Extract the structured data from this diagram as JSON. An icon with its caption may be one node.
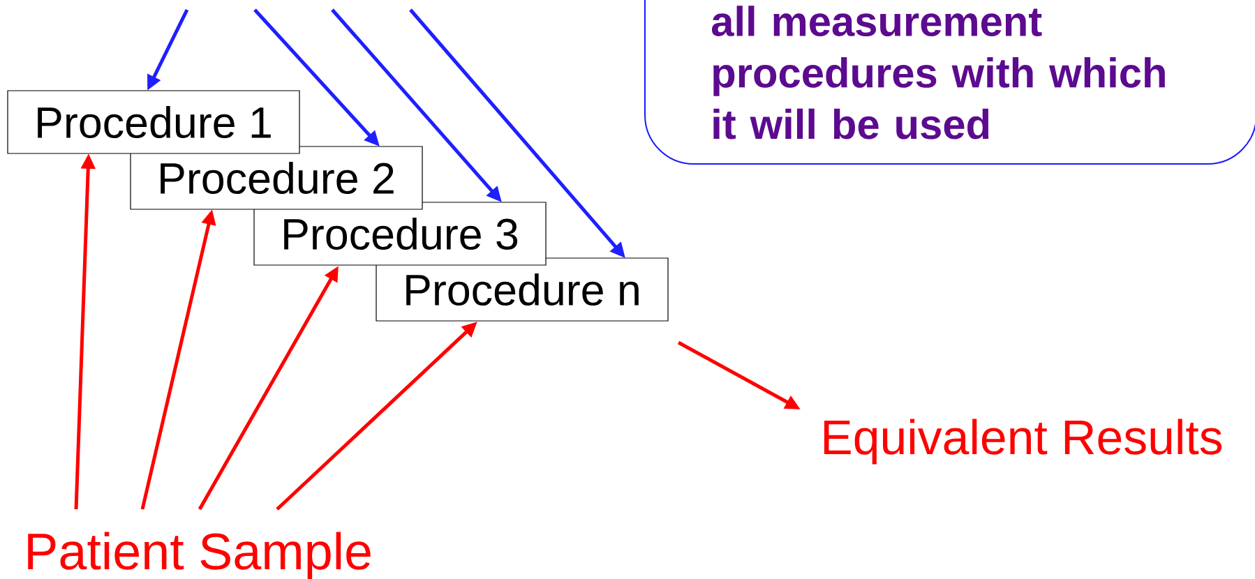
{
  "diagram": {
    "nodes": [
      {
        "text": [
          "all measurement procedures with which it will be used"
        ]
      },
      {
        "text": [
          "Procedure 1"
        ]
      },
      {
        "text": [
          "Procedure 2"
        ]
      },
      {
        "text": [
          "Procedure 3"
        ]
      },
      {
        "text": [
          "Procedure n"
        ]
      },
      {
        "text": [
          "Patient Sample"
        ]
      },
      {
        "text": [
          "Equivalent Results"
        ]
      }
    ],
    "edges": [
      {
        "from": null,
        "to": 1,
        "arrow": "to",
        "color": "#1f1fff"
      },
      {
        "from": null,
        "to": 2,
        "arrow": "to",
        "color": "#1f1fff"
      },
      {
        "from": null,
        "to": 3,
        "arrow": "to",
        "color": "#1f1fff"
      },
      {
        "from": null,
        "to": 4,
        "arrow": "to",
        "color": "#1f1fff"
      },
      {
        "from": 5,
        "to": 1,
        "arrow": "to"
      },
      {
        "from": 5,
        "to": 2,
        "arrow": "to"
      },
      {
        "from": 5,
        "to": 3,
        "arrow": "to"
      },
      {
        "from": 5,
        "to": 4,
        "arrow": "to"
      },
      {
        "from": 4,
        "to": 6,
        "arrow": "to"
      }
    ]
  }
}
